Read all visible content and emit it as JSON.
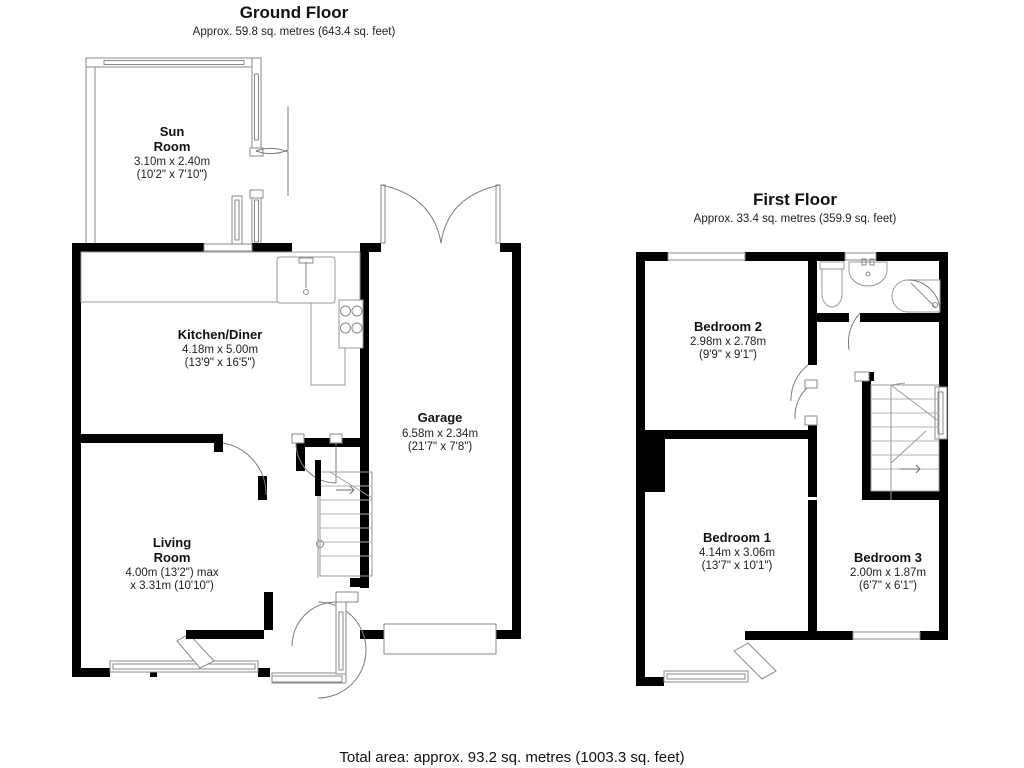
{
  "document": {
    "type": "floorplan",
    "footer": "Total area: approx. 93.2 sq. metres (1003.3 sq. feet)"
  },
  "floors": [
    {
      "id": "ground",
      "title": "Ground Floor",
      "subtitle": "Approx. 59.8 sq. metres (643.4 sq. feet)",
      "rooms": [
        {
          "id": "sun-room",
          "name_line1": "Sun",
          "name_line2": "Room",
          "dim_metric": "3.10m x 2.40m",
          "dim_imperial": "(10'2\" x 7'10\")"
        },
        {
          "id": "kitchen-diner",
          "name_line1": "Kitchen/Diner",
          "name_line2": "",
          "dim_metric": "4.18m x 5.00m",
          "dim_imperial": "(13'9\" x 16'5\")"
        },
        {
          "id": "garage",
          "name_line1": "Garage",
          "name_line2": "",
          "dim_metric": "6.58m x 2.34m",
          "dim_imperial": "(21'7\" x 7'8\")"
        },
        {
          "id": "living-room",
          "name_line1": "Living",
          "name_line2": "Room",
          "dim_metric": "4.00m (13'2\") max",
          "dim_imperial": "x 3.31m (10'10\")"
        }
      ]
    },
    {
      "id": "first",
      "title": "First Floor",
      "subtitle": "Approx. 33.4 sq. metres (359.9 sq. feet)",
      "rooms": [
        {
          "id": "bedroom-2",
          "name_line1": "Bedroom 2",
          "name_line2": "",
          "dim_metric": "2.98m x 2.78m",
          "dim_imperial": "(9'9\" x 9'1\")"
        },
        {
          "id": "bedroom-1",
          "name_line1": "Bedroom 1",
          "name_line2": "",
          "dim_metric": "4.14m x 3.06m",
          "dim_imperial": "(13'7\" x 10'1\")"
        },
        {
          "id": "bedroom-3",
          "name_line1": "Bedroom 3",
          "name_line2": "",
          "dim_metric": "2.00m x 1.87m",
          "dim_imperial": "(6'7\" x 6'1\")"
        }
      ]
    }
  ],
  "colors": {
    "wall": "#000000",
    "thin_line": "#8a8a8a",
    "background": "#ffffff",
    "text": "#111111"
  }
}
